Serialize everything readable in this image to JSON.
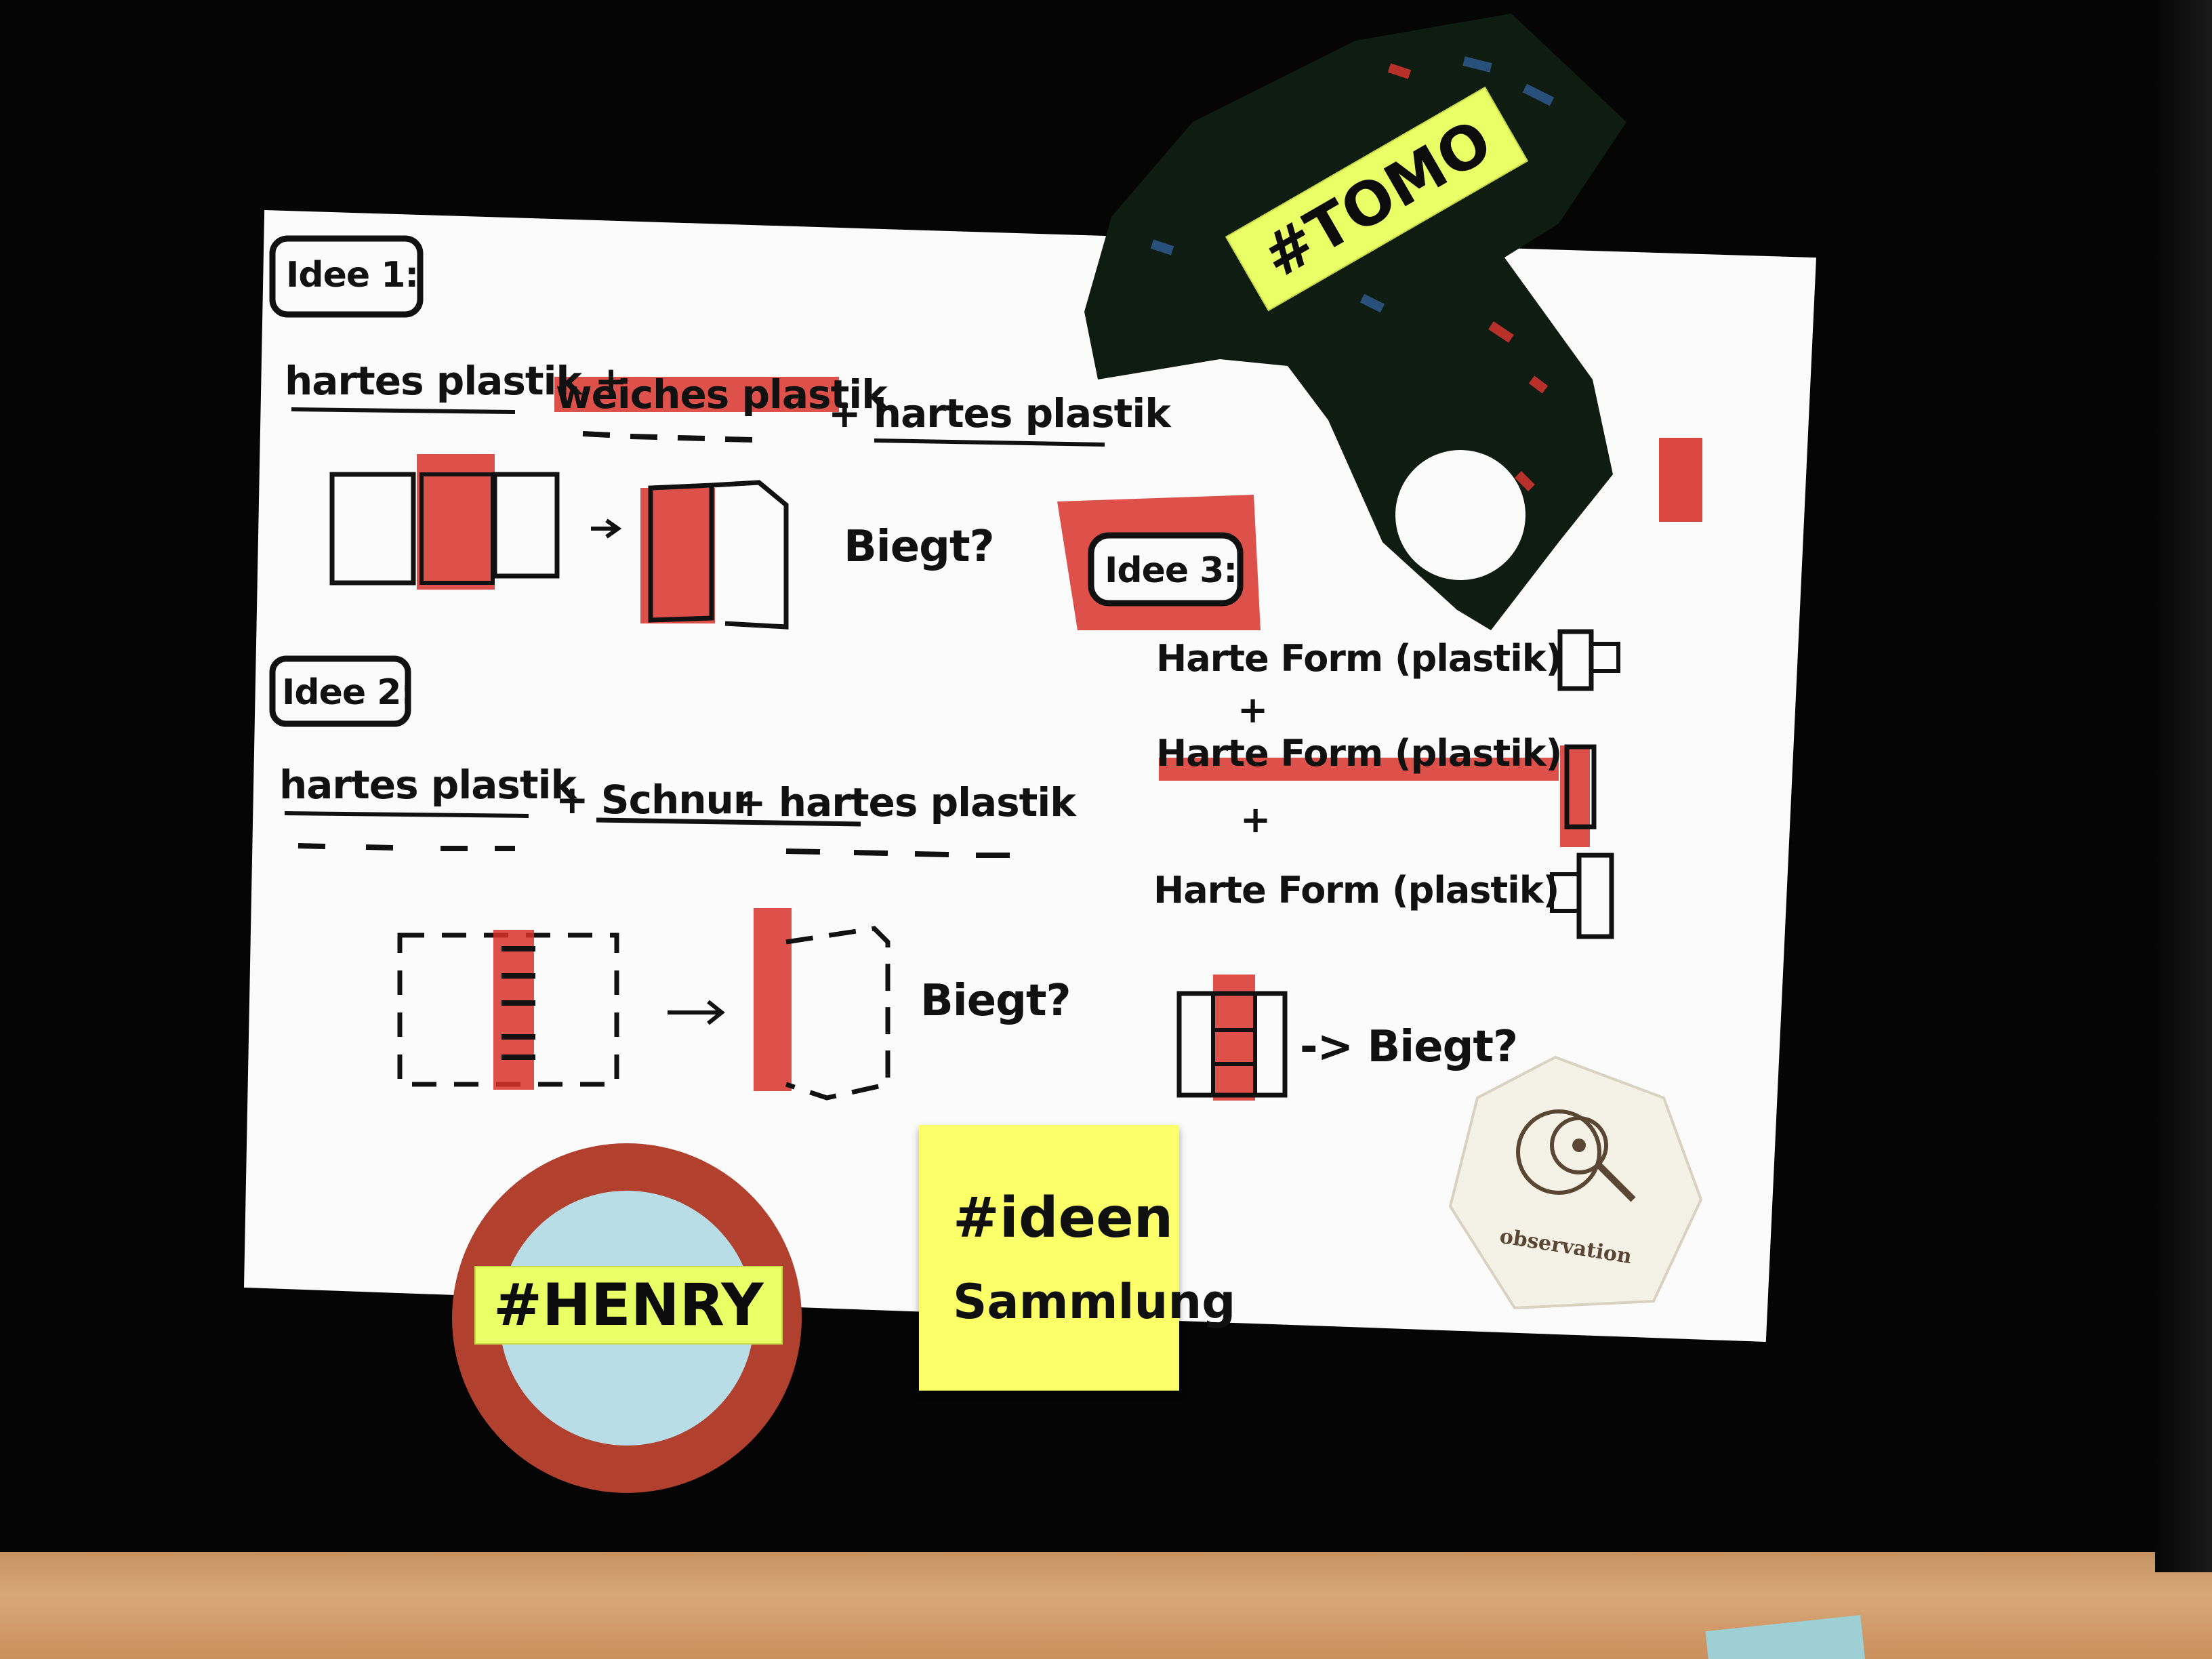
{
  "board": {
    "idee1": {
      "label": "Idee 1:",
      "line": [
        "hartes plastik +",
        "weiches plastik",
        "+ hartes plastik"
      ],
      "question": "Biegt?"
    },
    "idee2": {
      "label": "Idee 2:",
      "line": [
        "hartes plastik",
        "+ Schnur",
        "+ hartes plastik"
      ],
      "question": "Biegt?"
    },
    "idee3": {
      "label": "Idee 3:",
      "lines": [
        "Harte Form (plastik)",
        "+",
        "Harte Form (plastik)",
        "+",
        "Harte Form (plastik)"
      ],
      "question": "-> Biegt?"
    },
    "arrow": "->"
  },
  "tags": {
    "tomo": "#TOMO",
    "henry": "#HENRY",
    "sticky": [
      "#ideen",
      "Sammlung"
    ],
    "hex_badge": "observation"
  },
  "colors": {
    "background": "#050505",
    "paper": "#fbfbfb",
    "red_marker": "#d8322c",
    "tape": "#e8ff66",
    "sticky": "#fbff68",
    "henry_ring": "#b2402e",
    "henry_inner": "#b9dde6",
    "tomo_shape": "#0f1c12",
    "hex_badge": "#f4f1e6"
  }
}
